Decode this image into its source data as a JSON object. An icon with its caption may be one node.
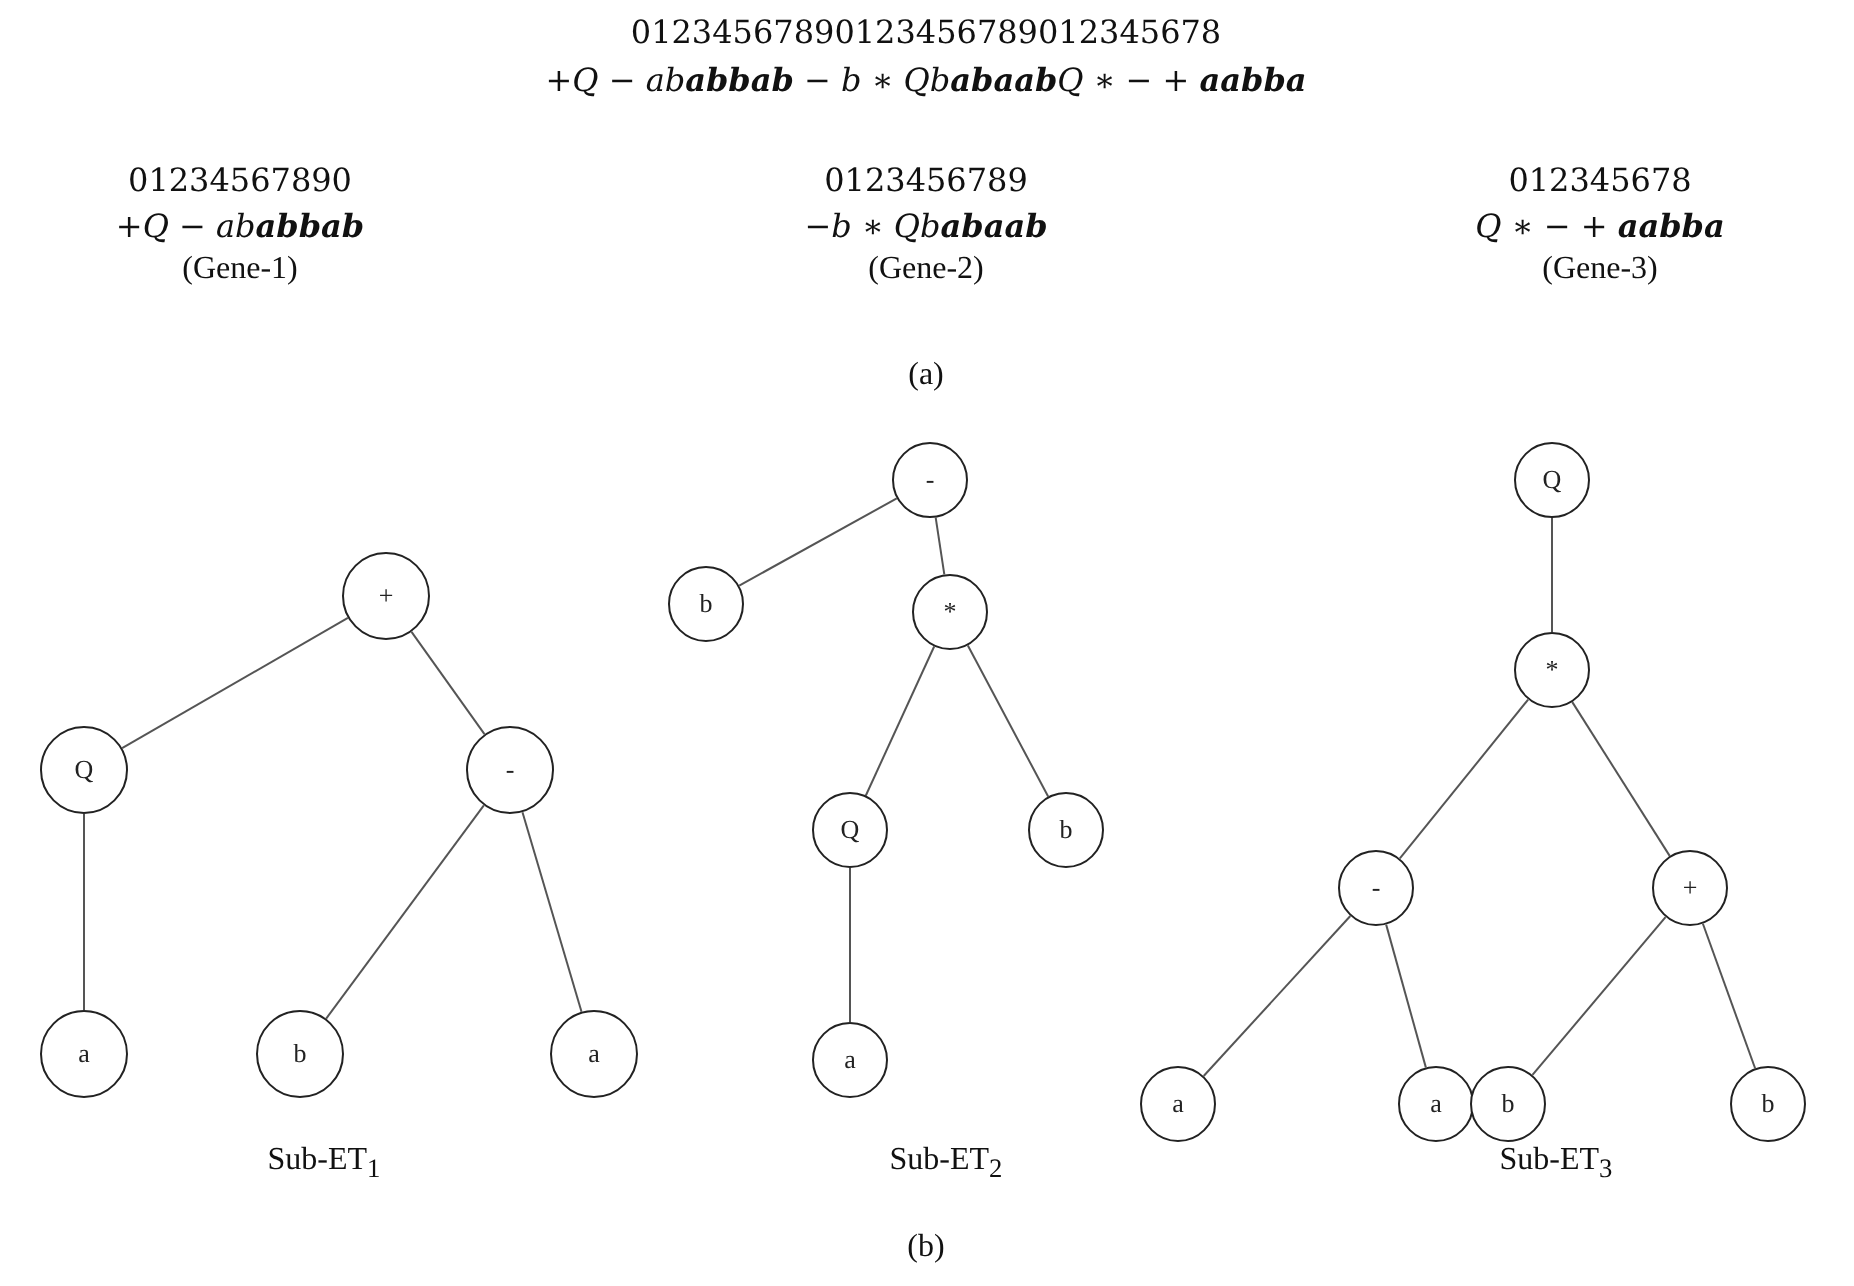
{
  "diagram": {
    "nodes": [
      {
        "text": [
          "+"
        ]
      },
      {
        "text": [
          "Q"
        ]
      },
      {
        "text": [
          "-"
        ]
      },
      {
        "text": [
          "a"
        ]
      },
      {
        "text": [
          "b"
        ]
      },
      {
        "text": [
          "a"
        ]
      },
      {
        "text": [
          "-"
        ]
      },
      {
        "text": [
          "b"
        ]
      },
      {
        "text": [
          "*"
        ]
      },
      {
        "text": [
          "Q"
        ]
      },
      {
        "text": [
          "b"
        ]
      },
      {
        "text": [
          "a"
        ]
      },
      {
        "text": [
          "Q"
        ]
      },
      {
        "text": [
          "*"
        ]
      },
      {
        "text": [
          "-"
        ]
      },
      {
        "text": [
          "+"
        ]
      },
      {
        "text": [
          "a"
        ]
      },
      {
        "text": [
          "a"
        ]
      },
      {
        "text": [
          "b"
        ]
      },
      {
        "text": [
          "b"
        ]
      }
    ],
    "edges": [
      {
        "from": 0,
        "to": 1,
        "arrow": "none"
      },
      {
        "from": 0,
        "to": 2,
        "arrow": "none"
      },
      {
        "from": 1,
        "to": 3,
        "arrow": "none"
      },
      {
        "from": 2,
        "to": 4,
        "arrow": "none"
      },
      {
        "from": 2,
        "to": 5,
        "arrow": "none"
      },
      {
        "from": 6,
        "to": 7,
        "arrow": "none"
      },
      {
        "from": 6,
        "to": 8,
        "arrow": "none"
      },
      {
        "from": 8,
        "to": 9,
        "arrow": "none"
      },
      {
        "from": 8,
        "to": 10,
        "arrow": "none"
      },
      {
        "from": 9,
        "to": 11,
        "arrow": "none"
      },
      {
        "from": 12,
        "to": 13,
        "arrow": "none"
      },
      {
        "from": 13,
        "to": 14,
        "arrow": "none"
      },
      {
        "from": 13,
        "to": 15,
        "arrow": "none"
      },
      {
        "from": 14,
        "to": 16,
        "arrow": "none"
      },
      {
        "from": 14,
        "to": 17,
        "arrow": "none"
      },
      {
        "from": 15,
        "to": 18,
        "arrow": "none"
      },
      {
        "from": 15,
        "to": 19,
        "arrow": "none"
      }
    ],
    "labels": [
      "01234567890123456789012345678",
      "+Q − ab**abbab** − b ∗ Qb**abaab**Q ∗ − + **aabba**",
      "01234567890",
      "+Q − ab**abbab**",
      "(Gene-1)",
      "0123456789",
      "−b ∗ Qb**abaab**",
      "(Gene-2)",
      "012345678",
      "Q ∗ − + **aabba**",
      "(Gene-3)",
      "(a)",
      "Sub-ET$_{1}$",
      "Sub-ET$_{2}$",
      "Sub-ET$_{3}$",
      "(b)"
    ]
  }
}
